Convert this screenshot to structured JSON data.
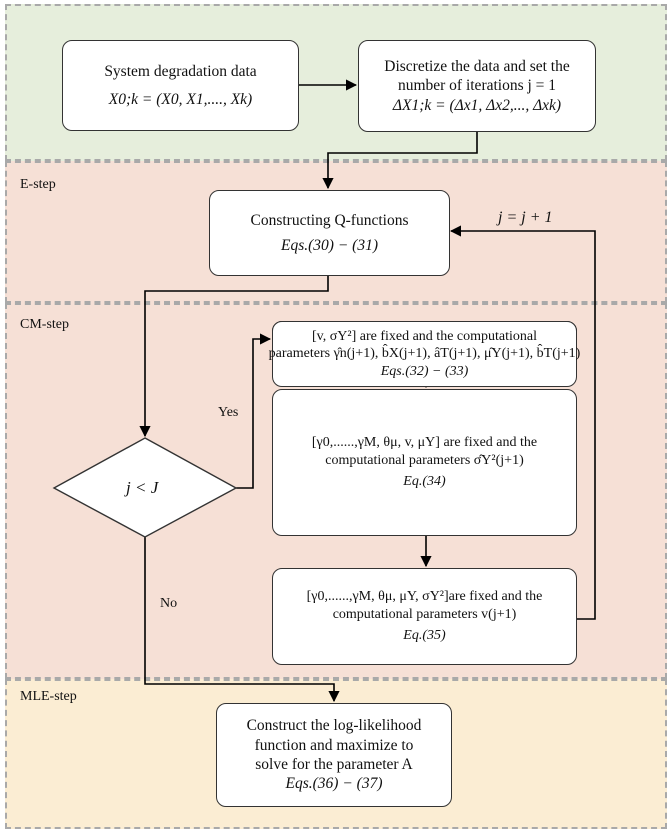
{
  "panels": {
    "data": {
      "label": "",
      "color": "#e6eedc"
    },
    "e_step": {
      "label": "E-step",
      "color": "#f6e0d6"
    },
    "cm_step": {
      "label": "CM-step",
      "color": "#f6e0d6"
    },
    "mle_step": {
      "label": "MLE-step",
      "color": "#fbedd3"
    }
  },
  "boxes": {
    "degradation": {
      "line1": "System degradation data",
      "line2": "X0;k = (X0, X1,...., Xk)"
    },
    "discretize": {
      "line1": "Discretize the data and set the",
      "line2": "number of iterations  j = 1",
      "line3": "ΔX1;k = (Δx1, Δx2,..., Δxk)"
    },
    "qfunc": {
      "line1": "Constructing Q-functions",
      "line2": "Eqs.(30) − (31)"
    },
    "cm1": {
      "line1": "[v, σY²] are fixed and the computational",
      "line2": "parameters  γ̂n(j+1), b̂X(j+1), âT(j+1), μ̂Y(j+1), b̂T(j+1)",
      "line3": "Eqs.(32) − (33)"
    },
    "cm2": {
      "line1": "[γ0,......,γM, θμ, v, μY] are fixed and the",
      "line2": "computational parameters  σ̂Y²(j+1)",
      "line3": "Eq.(34)"
    },
    "cm3": {
      "line1": "[γ0,......,γM, θμ, μY, σY²]are fixed and the",
      "line2": "computational parameters  v(j+1)",
      "line3": "Eq.(35)"
    },
    "mle": {
      "line1": "Construct the log-likelihood",
      "line2": "function and maximize to",
      "line3": "solve for the parameter A",
      "line4": "Eqs.(36) − (37)"
    }
  },
  "decision": {
    "label": "j < J"
  },
  "edge_labels": {
    "yes": "Yes",
    "no": "No",
    "increment": "j = j + 1"
  }
}
